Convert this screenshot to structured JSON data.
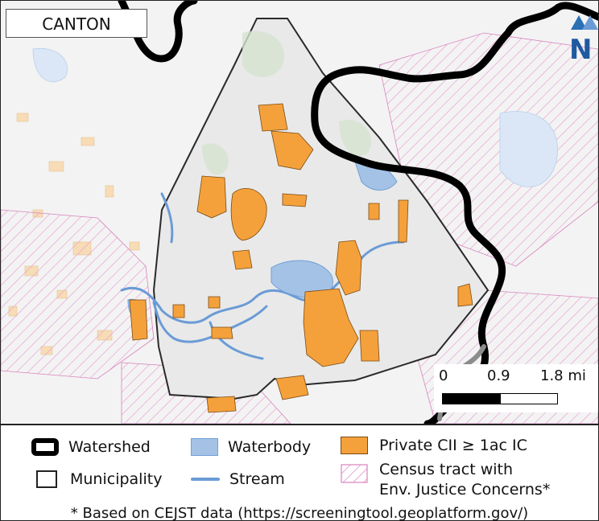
{
  "map": {
    "title": "CANTON",
    "colors": {
      "background": "#f2f2f2",
      "municipality_fill": "#ececec",
      "water": "#6f9fd8",
      "waterbody_fill": "#a4c2e6",
      "private_cii": "#f5a13b",
      "private_cii_outline": "#7a4a12",
      "ej_hatch": "#e7a3d2",
      "watershed_line": "#000000",
      "scale_gray": "#8c8c8c"
    },
    "scale_bar": {
      "labels": [
        "0",
        "0.9",
        "1.8 mi"
      ],
      "unit": "mi"
    },
    "logo_letter": "N"
  },
  "legend": {
    "watershed": "Watershed",
    "waterbody": "Waterbody",
    "private_cii": "Private CII ≥ 1ac IC",
    "municipality": "Municipality",
    "stream": "Stream",
    "census_line1": "Census tract with",
    "census_line2": "Env. Justice Concerns*",
    "footnote": "* Based on CEJST data (https://screeningtool.geoplatform.gov/)"
  }
}
